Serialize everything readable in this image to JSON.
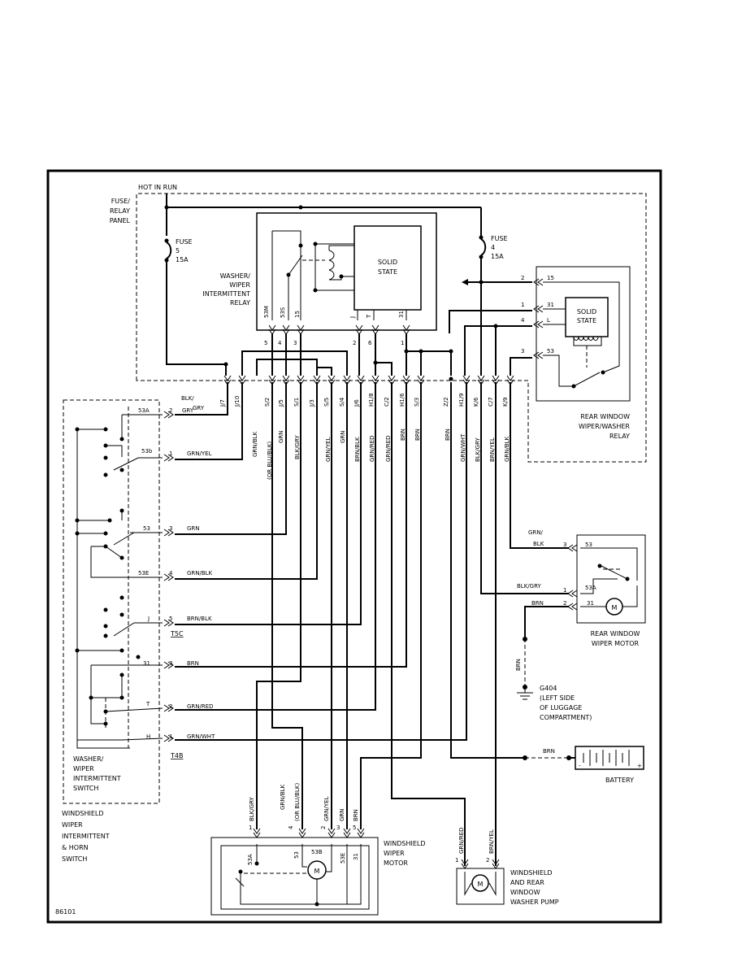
{
  "labels": {
    "hot_in_run": "HOT IN RUN",
    "fuse_panel": [
      "FUSE/",
      "RELAY",
      "PANEL"
    ],
    "fuse5": [
      "FUSE",
      "5",
      "15A"
    ],
    "fuse4": [
      "FUSE",
      "4",
      "15A"
    ],
    "solid_state": [
      "SOLID",
      "STATE"
    ],
    "solid_state2": [
      "SOLID",
      "STATE"
    ],
    "washer_relay": [
      "WASHER/",
      "WIPER",
      "INTERMITTENT",
      "RELAY"
    ],
    "rear_relay": [
      "REAR WINDOW",
      "WIPER/WASHER",
      "RELAY"
    ],
    "rear_motor": [
      "REAR WINDOW",
      "WIPER MOTOR"
    ],
    "ground": [
      "G404",
      "(LEFT SIDE",
      "OF LUGGAGE",
      "COMPARTMENT)"
    ],
    "battery": "BATTERY",
    "ws_motor": [
      "WINDSHIELD",
      "WIPER",
      "MOTOR"
    ],
    "washer_pump": [
      "WINDSHIELD",
      "AND REAR",
      "WINDOW",
      "WASHER PUMP"
    ],
    "int_switch": [
      "WASHER/",
      "WIPER",
      "INTERMITTENT",
      "SWITCH"
    ],
    "horn_switch": [
      "WINDSHIELD",
      "WIPER",
      "INTERMITTENT",
      "& HORN",
      "SWITCH"
    ],
    "t5c": "T5C",
    "t4b": "T4B",
    "figure_id": "86101",
    "blk_gry_top": [
      "BLK/",
      "GRY"
    ]
  },
  "relay_pins": {
    "terminals": [
      "53M",
      "53S",
      "15",
      "J",
      "T",
      "31"
    ],
    "numbers": [
      "5",
      "4",
      "3",
      "2",
      "6",
      "1"
    ]
  },
  "rear_relay_pins": [
    "15",
    "31",
    "L",
    "53"
  ],
  "rear_relay_nums": [
    "2",
    "1",
    "4",
    "3"
  ],
  "connectors": [
    "J/7",
    "J/10",
    "S/2",
    "J/5",
    "S/1",
    "J/3",
    "S/5",
    "S/4",
    "J/6",
    "H1/8",
    "C/2",
    "H1/6",
    "S/3",
    "Z/2",
    "H1/9",
    "K/6",
    "C/7",
    "K/9"
  ],
  "wire_colors": [
    "GRN/BLK",
    "(OR BLU/BLK)",
    "GRN",
    "BLK/GRY",
    "GRN/YEL",
    "GRN",
    "BRN/BLK",
    "GRN/RED",
    "GRN/RED",
    "BRN",
    "BRN",
    "BRN",
    "GRN/WHT",
    "BLK/GRY",
    "BRN/YEL",
    "GRN/BLK"
  ],
  "switch_terminals": [
    {
      "term": "53A",
      "pin": "2",
      "color": "GRY"
    },
    {
      "term": "53b",
      "pin": "1",
      "color": "GRN/YEL"
    },
    {
      "term": "53",
      "pin": "3",
      "color": "GRN"
    },
    {
      "term": "53E",
      "pin": "4",
      "color": "GRN/BLK"
    },
    {
      "term": "J",
      "pin": "5",
      "color": "BRN/BLK"
    },
    {
      "term": "31",
      "pin": "3",
      "color": "BRN"
    },
    {
      "term": "T",
      "pin": "2",
      "color": "GRN/RED"
    },
    {
      "term": "H",
      "pin": "1",
      "color": "GRN/WHT"
    }
  ],
  "rear_motor_pins": [
    {
      "pin": "3",
      "term": "53",
      "color": "GRN/",
      "color2": "BLK"
    },
    {
      "pin": "1",
      "term": "53A",
      "color": "BLK/GRY"
    },
    {
      "pin": "2",
      "term": "31",
      "color": "BRN"
    }
  ],
  "ground_wire": "BRN",
  "battery_wire": "BRN",
  "battery_terms": [
    "-",
    "+"
  ],
  "ws_motor_wires": [
    "BLK/GRY",
    "GRN/BLK",
    "(OR BLU/BLK)",
    "GRN/YEL",
    "GRN",
    "BRN"
  ],
  "ws_motor_pins": [
    "1",
    "4",
    "2",
    "3",
    "5"
  ],
  "ws_motor_terms": [
    "53A",
    "53",
    "53B",
    "53E",
    "31"
  ],
  "pump_wires": [
    "GRN/RED",
    "BRN/YEL"
  ],
  "pump_pins": [
    "1",
    "2"
  ],
  "motor_symbol": "M"
}
